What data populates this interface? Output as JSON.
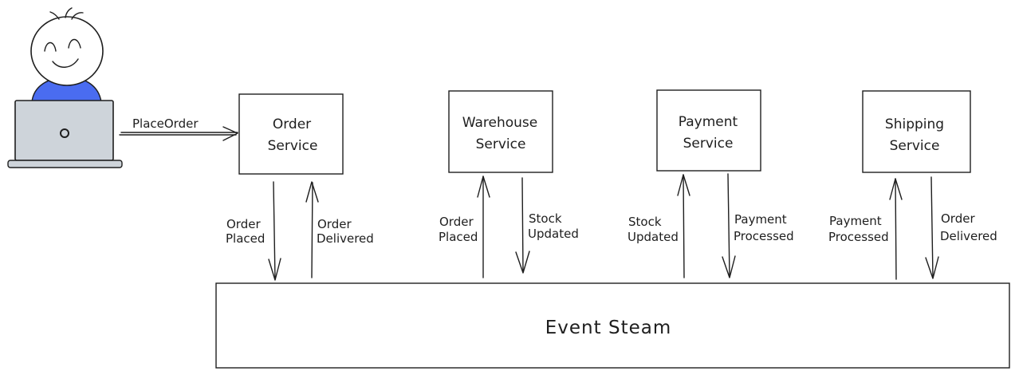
{
  "user": {
    "action_label": "PlaceOrder",
    "colors": {
      "shirt": "#4a6cf0",
      "laptop": "#ced4da",
      "outline": "#1e1e1e"
    }
  },
  "services": [
    {
      "line1": "Order",
      "line2": "Service",
      "left_arrow": {
        "direction": "down",
        "line1": "Order",
        "line2": "Placed"
      },
      "right_arrow": {
        "direction": "up",
        "line1": "Order",
        "line2": "Delivered"
      }
    },
    {
      "line1": "Warehouse",
      "line2": "Service",
      "left_arrow": {
        "direction": "up",
        "line1": "Order",
        "line2": "Placed"
      },
      "right_arrow": {
        "direction": "down",
        "line1": "Stock",
        "line2": "Updated"
      }
    },
    {
      "line1": "Payment",
      "line2": "Service",
      "left_arrow": {
        "direction": "up",
        "line1": "Stock",
        "line2": "Updated"
      },
      "right_arrow": {
        "direction": "down",
        "line1": "Payment",
        "line2": "Processed"
      }
    },
    {
      "line1": "Shipping",
      "line2": "Service",
      "left_arrow": {
        "direction": "up",
        "line1": "Payment",
        "line2": "Processed"
      },
      "right_arrow": {
        "direction": "down",
        "line1": "Order",
        "line2": "Delivered"
      }
    }
  ],
  "event_stream": {
    "label": "Event Steam"
  }
}
